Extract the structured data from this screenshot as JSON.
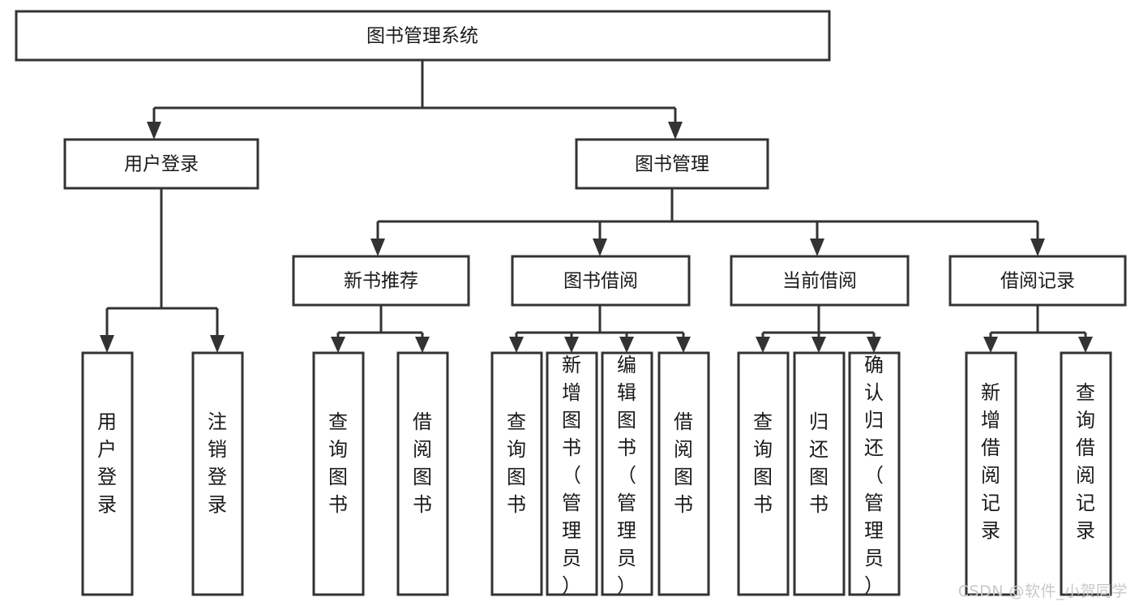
{
  "diagram": {
    "title": "图书管理系统",
    "type": "hierarchy-tree",
    "watermark": "CSDN @软件_小贺同学",
    "colors": {
      "stroke": "#333333",
      "fill": "#ffffff",
      "text": "#1a1a1a",
      "watermark": "#c8c8c8"
    },
    "levels": 3,
    "root": {
      "label": "图书管理系统"
    },
    "level2": [
      {
        "label": "用户登录"
      },
      {
        "label": "图书管理"
      }
    ],
    "level3": [
      {
        "label": "新书推荐"
      },
      {
        "label": "图书借阅"
      },
      {
        "label": "当前借阅"
      },
      {
        "label": "借阅记录"
      }
    ],
    "leaves": {
      "user_login": [
        {
          "label": "用户登录"
        },
        {
          "label": "注销登录"
        }
      ],
      "new_book": [
        {
          "label": "查询图书"
        },
        {
          "label": "借阅图书"
        }
      ],
      "book_borrow": [
        {
          "label": "查询图书"
        },
        {
          "label": "新增图书（管理员）"
        },
        {
          "label": "编辑图书（管理员）"
        },
        {
          "label": "借阅图书"
        }
      ],
      "current_borrow": [
        {
          "label": "查询图书"
        },
        {
          "label": "归还图书"
        },
        {
          "label": "确认归还（管理员）"
        }
      ],
      "borrow_record": [
        {
          "label": "新增借阅记录"
        },
        {
          "label": "查询借阅记录"
        }
      ]
    }
  }
}
